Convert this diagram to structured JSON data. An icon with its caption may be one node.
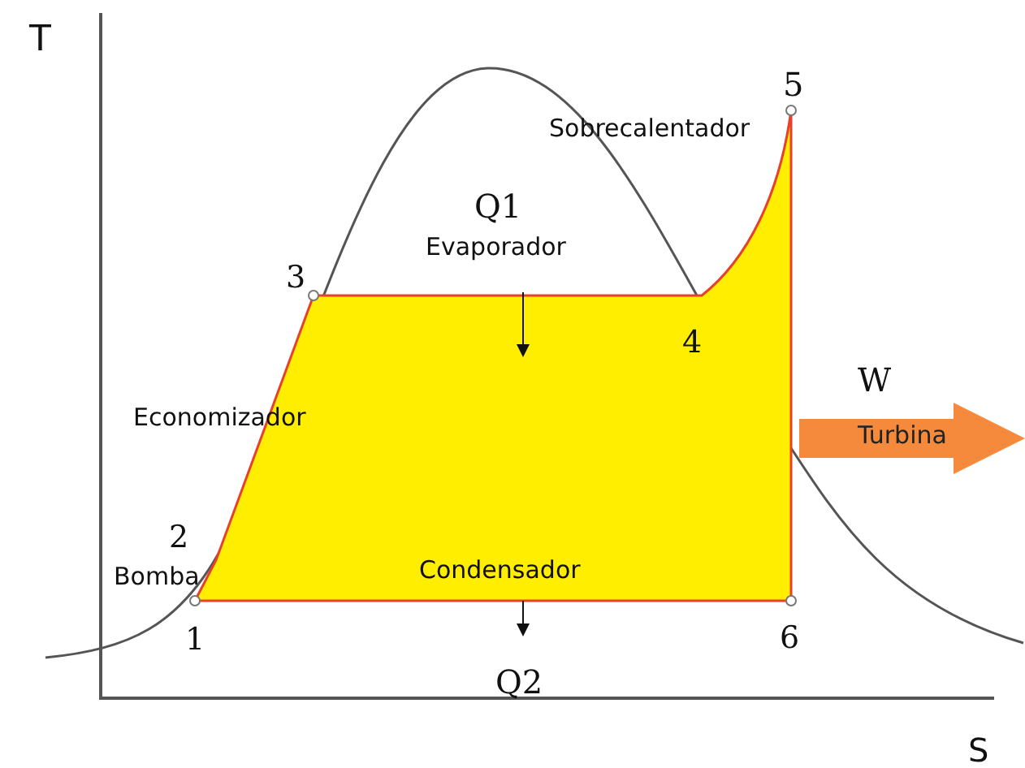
{
  "diagram": {
    "nodes": [
      {
        "text": [
          "Turbina"
        ]
      }
    ],
    "labels": [
      "T",
      "5",
      "Sobrecalentador",
      "Q1",
      "Evaporador",
      "3",
      "4",
      "W",
      "Economizador",
      "2",
      "Bomba",
      "Condensador",
      "1",
      "6",
      "Q2",
      "S"
    ]
  }
}
